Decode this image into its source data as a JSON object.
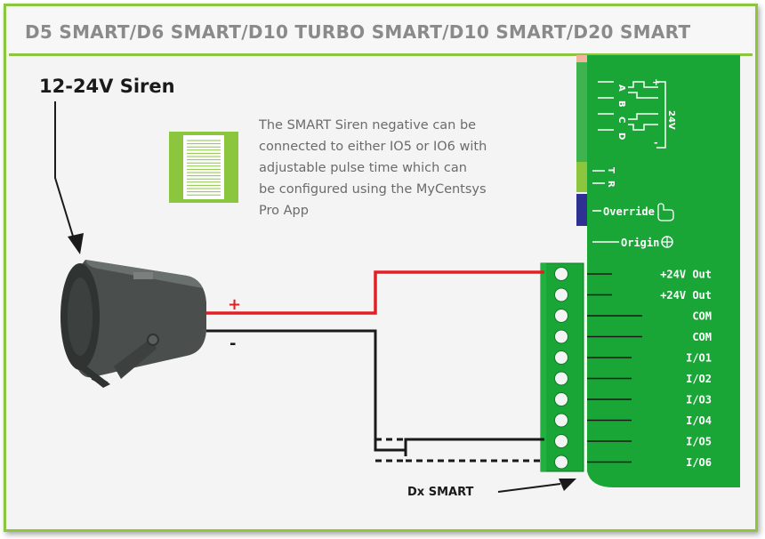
{
  "header": {
    "title": "D5 SMART/D6 SMART/D10 TURBO SMART/D10 SMART/D20 SMART"
  },
  "siren": {
    "label": "12-24V Siren",
    "plus_label": "+",
    "minus_label": "-"
  },
  "note": {
    "lines": [
      "The SMART Siren negative can be",
      "connected to either IO5 or IO6 with",
      "adjustable pulse time which can",
      "be configured using the MyCentsys",
      "Pro App"
    ]
  },
  "board": {
    "upper_terminals": [
      "A",
      "B",
      "C",
      "D"
    ],
    "voltage_label": "24V",
    "sign_plus": "+",
    "sign_minus": "-",
    "tr_labels": [
      "T",
      "R"
    ],
    "override_label": "Override",
    "origin_label": "Origin",
    "terminals": [
      "+24V Out",
      "+24V Out",
      "COM",
      "COM",
      "I/O1",
      "I/O2",
      "I/O3",
      "I/O4",
      "I/O5",
      "I/O6"
    ],
    "name": "Dx SMART"
  },
  "colors": {
    "board_green": "#1aa537",
    "light_green": "#8cc63f",
    "positive_wire": "#e31e24",
    "negative_wire": "#1a1a1a",
    "override_blue": "#2e3192"
  }
}
